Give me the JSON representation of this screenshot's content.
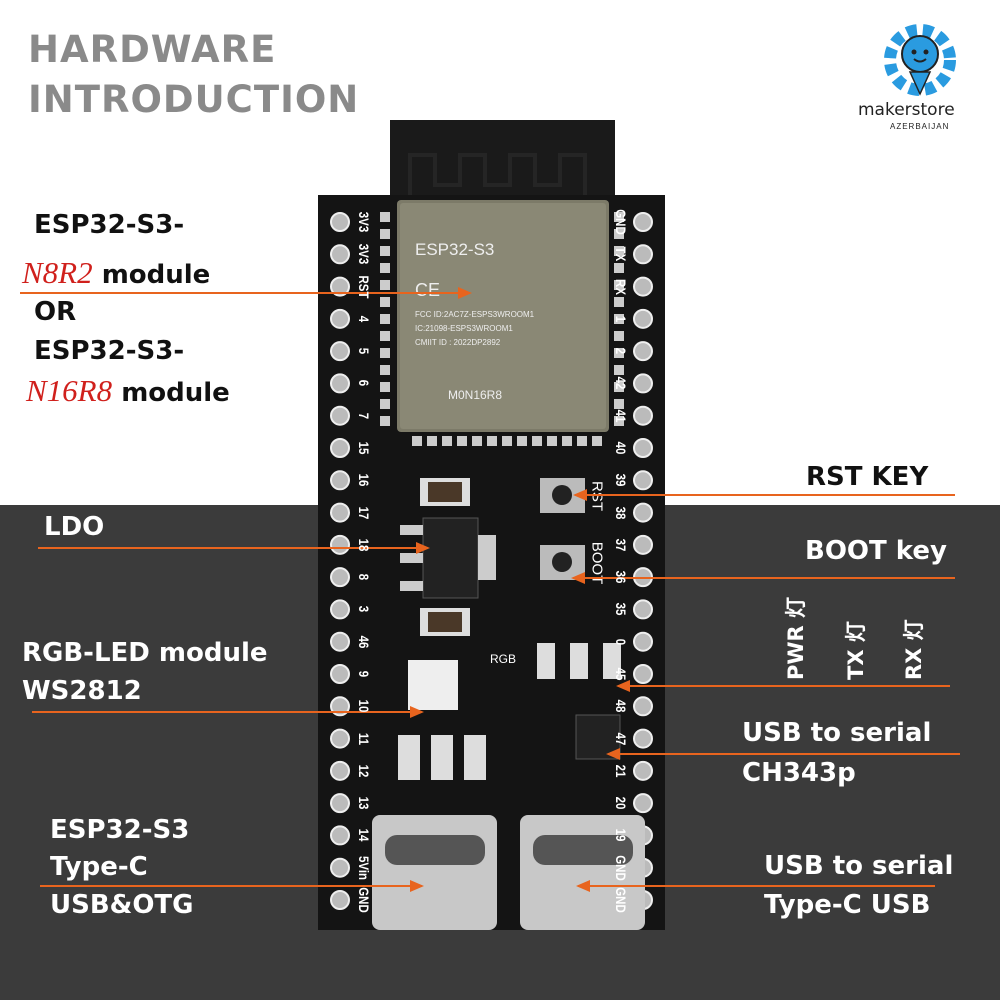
{
  "title": {
    "line1": "HARDWARE",
    "line2": "INTRODUCTION"
  },
  "logo": {
    "name": "makerstore",
    "sub": "AZERBAIJAN"
  },
  "labels": {
    "module_a_prefix": "ESP32-S3-",
    "module_a_code": "N8R2",
    "module_a_suffix": "module",
    "or": "OR",
    "module_b_prefix": "ESP32-S3-",
    "module_b_code": "N16R8",
    "module_b_suffix": "module",
    "rst_key": "RST KEY",
    "boot_key": "BOOT key",
    "ldo": "LDO",
    "rgb_line1": "RGB-LED module",
    "rgb_line2": "WS2812",
    "pwr_led": "PWR 灯",
    "tx_led": "TX 灯",
    "rx_led": "RX 灯",
    "usb_serial_line1": "USB to serial",
    "usb_serial_line2": "CH343p",
    "typec_line1": "ESP32-S3",
    "typec_line2": "Type-C",
    "typec_line3": "USB&OTG",
    "usb_typec_line1": "USB to serial",
    "usb_typec_line2": "Type-C USB"
  },
  "module": {
    "name": "ESP32-S3",
    "ce": "CE",
    "fcc": "FCC ID:2AC7Z-ESPS3WROOM1",
    "ic": "IC:21098-ESPS3WROOM1",
    "cmiit": "CMIIT ID : 2022DP2892",
    "variant": "M0N16R8"
  },
  "board": {
    "rst": "RST",
    "boot": "BOOT",
    "rgb": "RGB"
  },
  "pins_left": [
    "3V3",
    "3V3",
    "RST",
    "4",
    "5",
    "6",
    "7",
    "15",
    "16",
    "17",
    "18",
    "8",
    "3",
    "46",
    "9",
    "10",
    "11",
    "12",
    "13",
    "14",
    "5Vin",
    "GND"
  ],
  "pins_right": [
    "GND",
    "TX",
    "RX",
    "1",
    "2",
    "42",
    "41",
    "40",
    "39",
    "38",
    "37",
    "36",
    "35",
    "0",
    "45",
    "48",
    "47",
    "21",
    "20",
    "19",
    "GND",
    "GND"
  ],
  "colors": {
    "arrow": "#e8641e",
    "board": "#141414",
    "accent_red": "#d0201c",
    "logo_blue": "#2a9be0"
  }
}
